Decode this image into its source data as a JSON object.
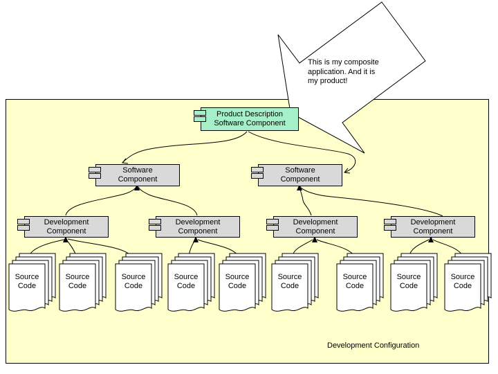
{
  "container": {
    "label": "Development Configuration",
    "fill": "#ffffcc"
  },
  "callout": {
    "text": "This is my composite\napplication. And it is\nmy product!"
  },
  "product_component": {
    "label": "Product Description\nSoftware Component",
    "fill": "#a5f0c8"
  },
  "software_components": [
    {
      "label": "Software\nComponent"
    },
    {
      "label": "Software\nComponent"
    }
  ],
  "development_components": [
    {
      "label": "Development\nComponent"
    },
    {
      "label": "Development\nComponent"
    },
    {
      "label": "Development\nComponent"
    },
    {
      "label": "Development\nComponent"
    }
  ],
  "source_documents": [
    {
      "label": "Source\nCode"
    },
    {
      "label": "Source\nCode"
    },
    {
      "label": "Source\nCode"
    },
    {
      "label": "Source\nCode"
    },
    {
      "label": "Source\nCode"
    },
    {
      "label": "Source\nCode"
    },
    {
      "label": "Source\nCode"
    },
    {
      "label": "Source\nCode"
    },
    {
      "label": "Source\nCode"
    }
  ],
  "colors": {
    "container_fill": "#ffffcc",
    "component_fill": "#d9d9d9",
    "product_fill": "#a5f0c8",
    "line": "#000000",
    "callout_fill": "#ffffff"
  }
}
